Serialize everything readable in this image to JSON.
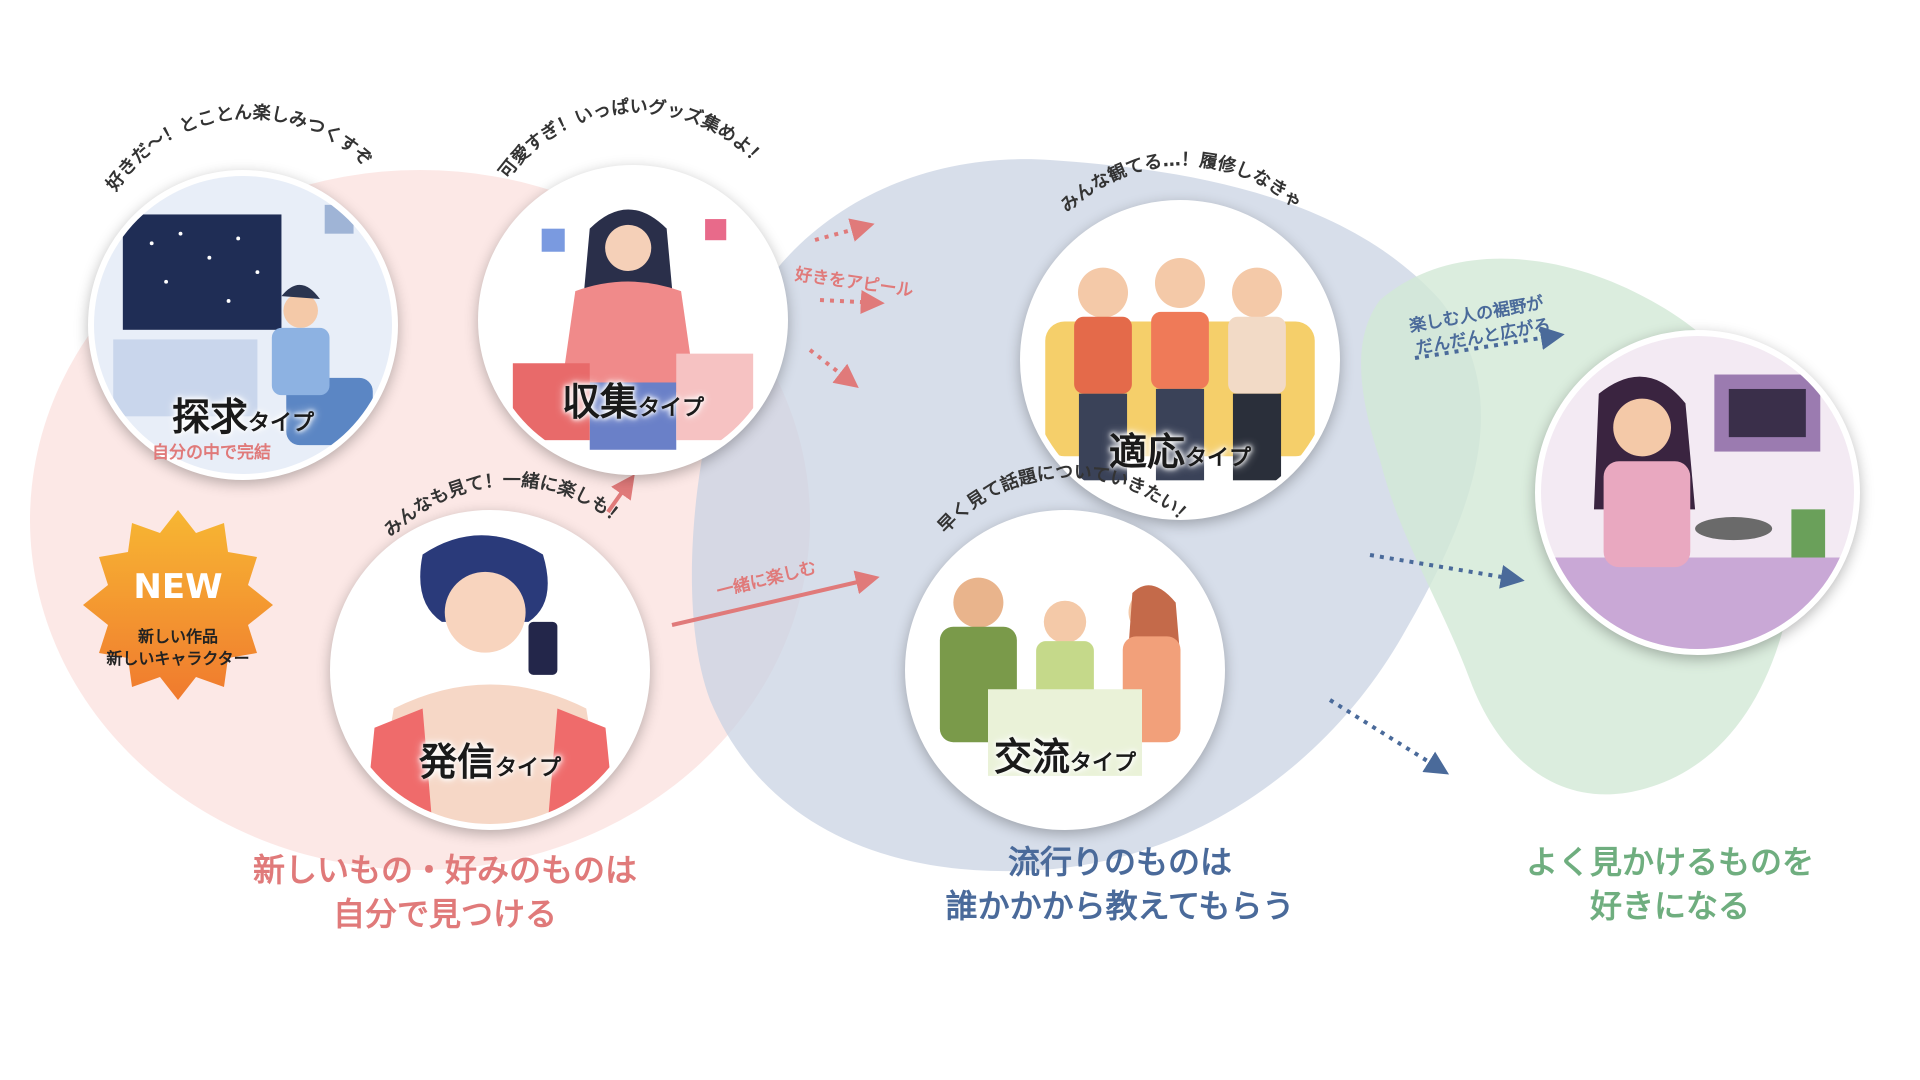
{
  "colors": {
    "red": "#e07a7a",
    "blue": "#4a6a9a",
    "green": "#6fae7f",
    "orange": "#f29a2e"
  },
  "badge": {
    "title": "NEW",
    "line1": "新しい作品",
    "line2": "新しいキャラクター"
  },
  "types": [
    {
      "name": "探求",
      "suffix": "タイプ",
      "quote": "好きだ〜！とことん楽しみつくすぞ",
      "icon": "tv-stars-illustration"
    },
    {
      "name": "収集",
      "suffix": "タイプ",
      "quote": "可愛すぎ！いっぱいグッズ集めよ！",
      "icon": "shopping-girl-illustration"
    },
    {
      "name": "発信",
      "suffix": "タイプ",
      "quote": "みんなも見て！一緒に楽しも！",
      "icon": "smartphone-boy-illustration"
    },
    {
      "name": "適応",
      "suffix": "タイプ",
      "quote": "みんな観てる…！履修しなきゃ",
      "icon": "popcorn-friends-illustration"
    },
    {
      "name": "交流",
      "suffix": "タイプ",
      "quote": "早く見て話題についていきたい！",
      "icon": "table-friends-illustration"
    },
    {
      "name": "",
      "suffix": "",
      "quote": "",
      "icon": "cooking-woman-illustration"
    }
  ],
  "notes": {
    "self_complete": "自分の中で完結",
    "appeal": "好きをアピール",
    "together": "一緒に楽しむ",
    "spread_line1": "楽しむ人の裾野が",
    "spread_line2": "だんだんと広がる"
  },
  "captions": {
    "red_line1": "新しいもの・好みのものは",
    "red_line2": "自分で見つける",
    "blue_line1": "流行りのものは",
    "blue_line2": "誰かかから教えてもらう",
    "green_line1": "よく見かけるものを",
    "green_line2": "好きになる"
  }
}
